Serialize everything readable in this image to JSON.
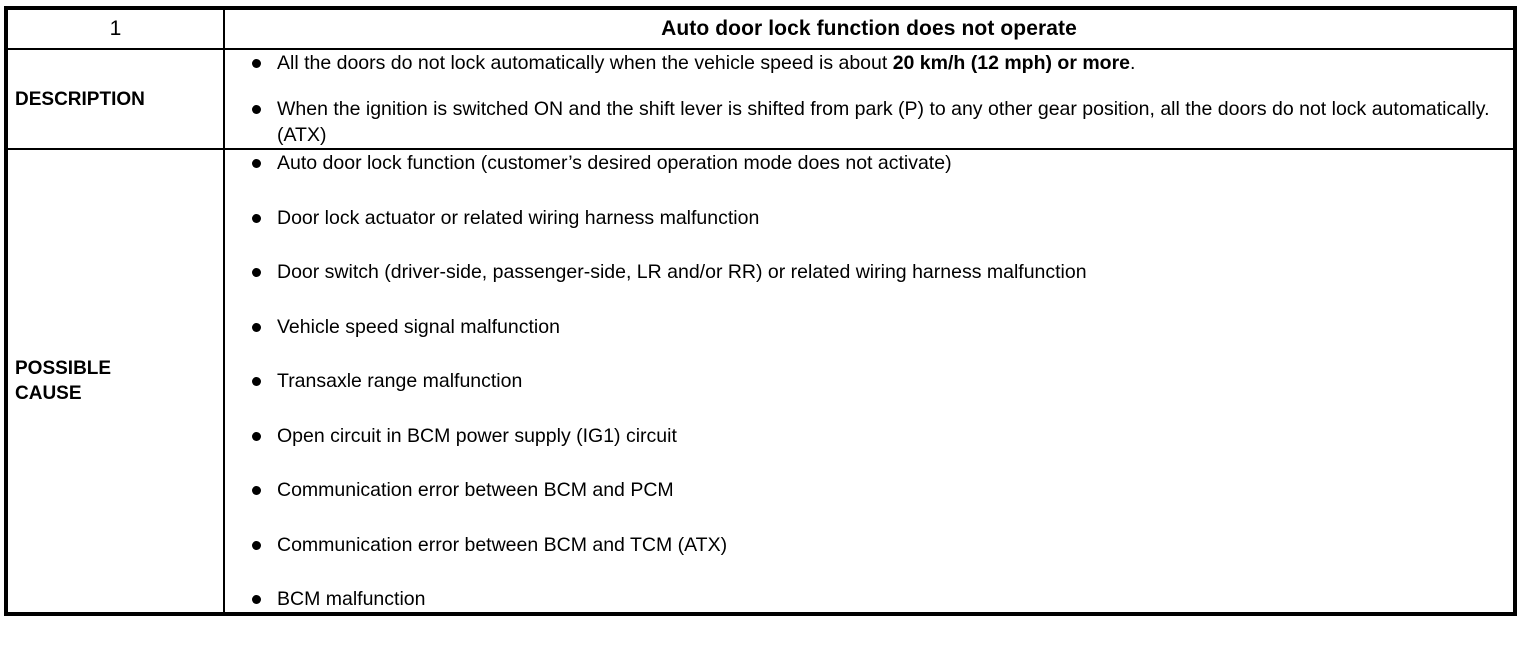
{
  "table": {
    "header": {
      "index": "1",
      "title": "Auto door lock function does not operate"
    },
    "sections": [
      {
        "label": "DESCRIPTION",
        "items": [
          {
            "parts": [
              {
                "text": "All the doors do not lock automatically when the vehicle speed is about ",
                "bold": false
              },
              {
                "text": "20 km/h (12 mph) or more",
                "bold": true
              },
              {
                "text": ".",
                "bold": false
              }
            ]
          },
          {
            "parts": [
              {
                "text": "When the ignition is switched ON and the shift lever is shifted from park (P) to any other gear position, all the doors do not lock automatically. (ATX)",
                "bold": false
              }
            ]
          }
        ]
      },
      {
        "label": "POSSIBLE\nCAUSE",
        "items": [
          {
            "parts": [
              {
                "text": "Auto door lock function (customer’s desired operation mode does not activate)",
                "bold": false
              }
            ]
          },
          {
            "parts": [
              {
                "text": "Door lock actuator or related wiring harness malfunction",
                "bold": false
              }
            ]
          },
          {
            "parts": [
              {
                "text": "Door switch (driver-side, passenger-side, LR and/or RR) or related wiring harness malfunction",
                "bold": false
              }
            ]
          },
          {
            "parts": [
              {
                "text": "Vehicle speed signal malfunction",
                "bold": false
              }
            ]
          },
          {
            "parts": [
              {
                "text": "Transaxle range malfunction",
                "bold": false
              }
            ]
          },
          {
            "parts": [
              {
                "text": "Open circuit in BCM power supply (IG1) circuit",
                "bold": false
              }
            ]
          },
          {
            "parts": [
              {
                "text": "Communication error between BCM and PCM",
                "bold": false
              }
            ]
          },
          {
            "parts": [
              {
                "text": "Communication error between BCM and TCM (ATX)",
                "bold": false
              }
            ]
          },
          {
            "parts": [
              {
                "text": "BCM malfunction",
                "bold": false
              }
            ]
          }
        ]
      }
    ]
  },
  "colors": {
    "ink": "#000000",
    "paper": "#ffffff"
  }
}
